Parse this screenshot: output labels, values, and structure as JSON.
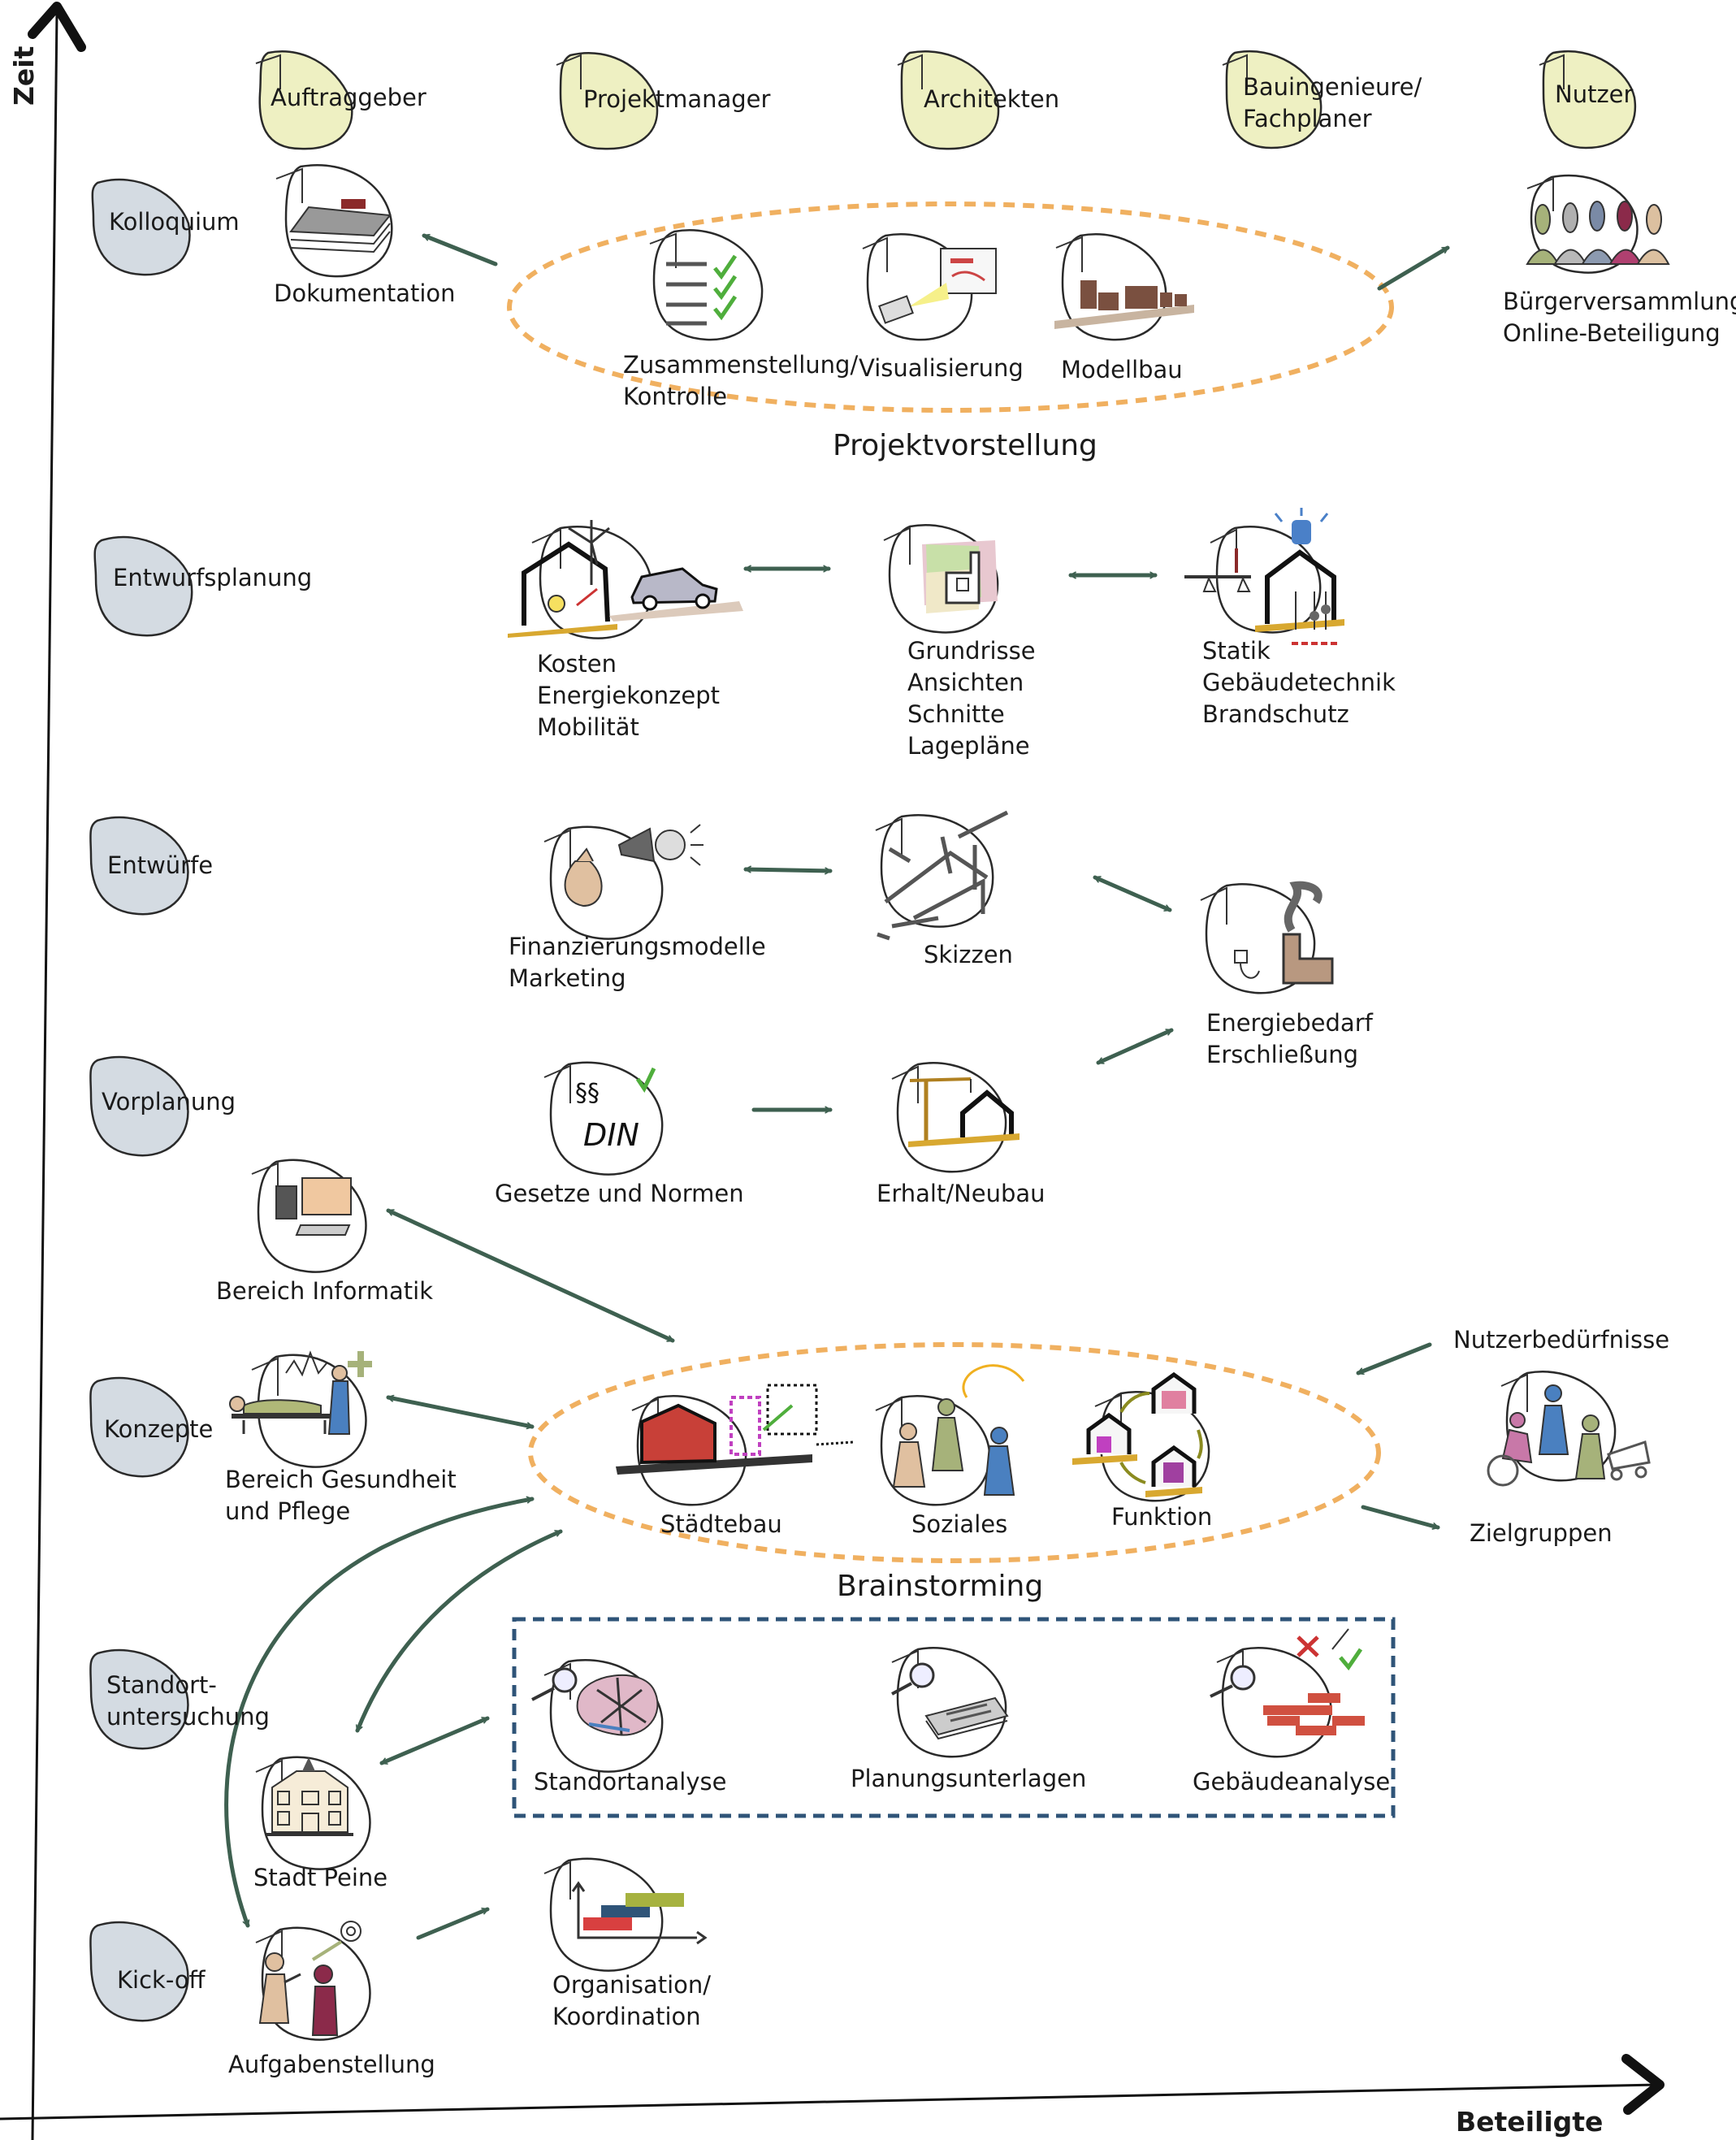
{
  "axes": {
    "y": "Zeit",
    "x": "Beteiligte"
  },
  "roles": [
    "Auftraggeber",
    "Projektmanager",
    "Architekten",
    [
      "Bauingenieure/",
      "Fachplaner"
    ],
    "Nutzer"
  ],
  "phases": [
    "Kolloquium",
    "Entwurfsplanung",
    "Entwürfe",
    "Vorplanung",
    "Konzepte",
    [
      "Standort-",
      "untersuchung"
    ],
    "Kick-off"
  ],
  "groups": {
    "projektvorstellung": "Projektvorstellung",
    "brainstorming": "Brainstorming"
  },
  "items": {
    "dokumentation": [
      "Dokumentation"
    ],
    "zusammenstellung": [
      "Zusammenstellung/",
      "Kontrolle"
    ],
    "visualisierung": [
      "Visualisierung"
    ],
    "modellbau": [
      "Modellbau"
    ],
    "buerger": [
      "Bürgerversammlung",
      "Online-Beteiligung"
    ],
    "kosten": [
      "Kosten",
      "Energiekonzept",
      "Mobilität"
    ],
    "grundrisse": [
      "Grundrisse",
      "Ansichten",
      "Schnitte",
      "Lagepläne"
    ],
    "statik": [
      "Statik",
      "Gebäudetechnik",
      "Brandschutz"
    ],
    "finanzierung": [
      "Finanzierungsmodelle",
      "Marketing"
    ],
    "skizzen": [
      "Skizzen"
    ],
    "energie": [
      "Energiebedarf",
      "Erschließung"
    ],
    "gesetze": [
      "Gesetze und Normen"
    ],
    "erhalt": [
      "Erhalt/Neubau"
    ],
    "informatik": [
      "Bereich Informatik"
    ],
    "gesundheit": [
      "Bereich Gesundheit",
      "und Pflege"
    ],
    "staedtebau": [
      "Städtebau"
    ],
    "soziales": [
      "Soziales"
    ],
    "funktion": [
      "Funktion"
    ],
    "nutzerbeduerfnisse": [
      "Nutzerbedürfnisse"
    ],
    "zielgruppen": [
      "Zielgruppen"
    ],
    "standortanalyse": [
      "Standortanalyse"
    ],
    "planungsunterlagen": [
      "Planungsunterlagen"
    ],
    "gebaeudeanalyse": [
      "Gebäudeanalyse"
    ],
    "stadt": [
      "Stadt Peine"
    ],
    "organisation": [
      "Organisation/",
      "Koordination"
    ],
    "aufgabe": [
      "Aufgabenstellung"
    ]
  },
  "icon_text": {
    "paragraph": "§§",
    "din": "DIN"
  },
  "colors": {
    "arrow": "#3e6050",
    "role_fill": "#eef0c2",
    "phase_fill": "#d4dbe2",
    "dashed_orange": "#f0b060",
    "dashed_blue": "#2f5478",
    "axis": "#111111"
  }
}
